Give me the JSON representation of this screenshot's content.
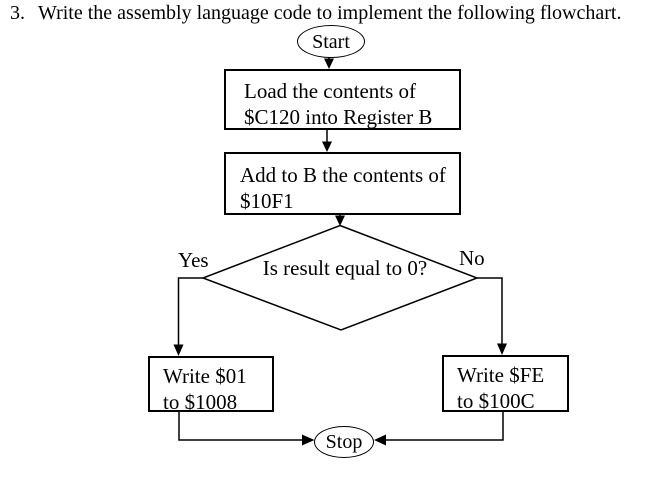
{
  "page": {
    "background_color": "#ffffff",
    "ink_color": "#000000"
  },
  "question": {
    "number": "3.",
    "text": "Write the assembly language code to implement the following flowchart."
  },
  "flowchart": {
    "start": {
      "label": "Start"
    },
    "load_box": {
      "line1": "Load the contents of",
      "line2": "$C120 into Register B"
    },
    "add_box": {
      "line1": "Add to B the contents of",
      "line2": "$10F1"
    },
    "decision": {
      "label": "Is result equal to 0?",
      "yes_label": "Yes",
      "no_label": "No"
    },
    "write_yes_box": {
      "line1": "Write $01",
      "line2": "to $1008"
    },
    "write_no_box": {
      "line1": "Write $FE",
      "line2": "to $100C"
    },
    "stop": {
      "label": "Stop"
    }
  }
}
